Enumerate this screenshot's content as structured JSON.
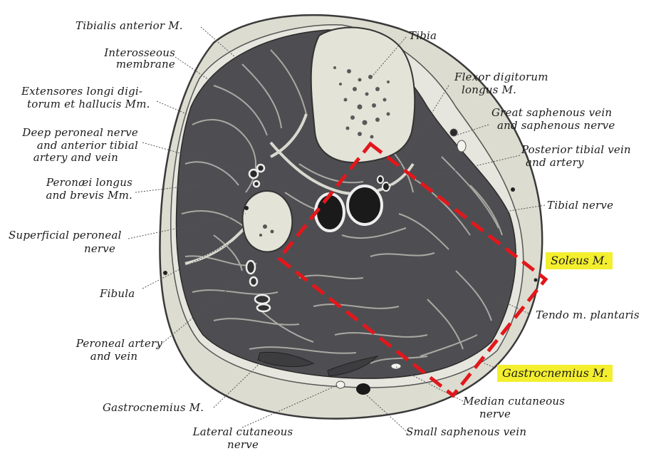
{
  "labels": {
    "tibialis_anterior": "Tibialis anterior M.",
    "interosseous_1": "Interosseous",
    "interosseous_2": "membrane",
    "extensores_1": "Extensores longi digi-",
    "extensores_2": "torum et hallucis Mm.",
    "deep_peroneal_1": "Deep peroneal nerve",
    "deep_peroneal_2": "and anterior tibial",
    "deep_peroneal_3": "artery and vein",
    "peronaei_1": "Peronæi longus",
    "peronaei_2": "and brevis Mm.",
    "superficial_peroneal_1": "Superficial peroneal",
    "superficial_peroneal_2": "nerve",
    "fibula": "Fibula",
    "peroneal_artery_1": "Peroneal artery",
    "peroneal_artery_2": "and vein",
    "gastrocnemius_left": "Gastrocnemius M.",
    "lateral_cutaneous_1": "Lateral cutaneous",
    "lateral_cutaneous_2": "nerve",
    "tibia": "Tibia",
    "flexor_1": "Flexor digitorum",
    "flexor_2": "longus M.",
    "great_saphenous_1": "Great saphenous vein",
    "great_saphenous_2": "and saphenous nerve",
    "posterior_tibial_1": "Posterior tibial vein",
    "posterior_tibial_2": "and artery",
    "tibial_nerve": "Tibial nerve",
    "soleus": "Soleus M.",
    "tendo_plantaris": "Tendo m. plantaris",
    "gastrocnemius_right": "Gastrocnemius M.",
    "median_cutaneous_1": "Median cutaneous",
    "median_cutaneous_2": "nerve",
    "small_saphenous": "Small saphenous vein"
  },
  "colors": {
    "skin": "#dcdcd0",
    "muscle": "#4e4e52",
    "fascia": "#e6e6de",
    "bone": "#e3e3d8",
    "marrow": "#5a5a5a",
    "highlight": "#f4ef2e",
    "dashed_box": "#e2171b"
  }
}
